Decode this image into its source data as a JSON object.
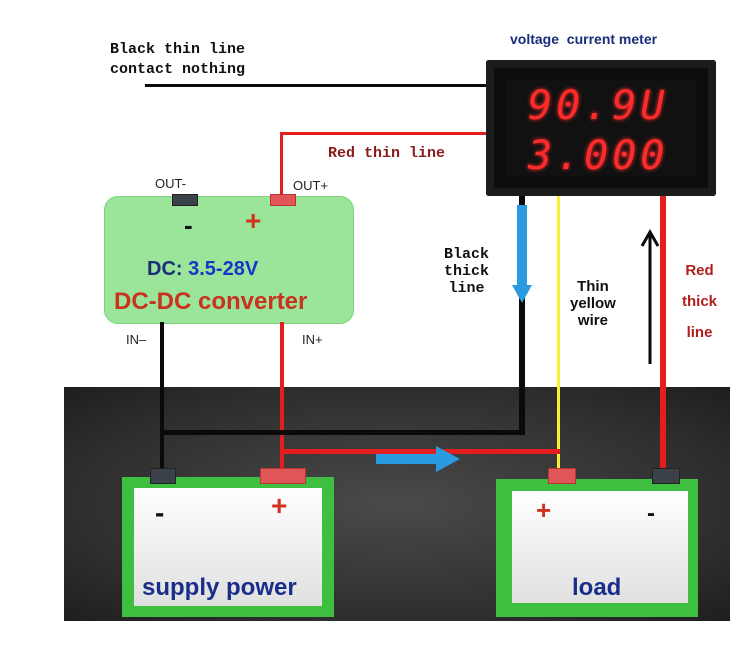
{
  "annotations": {
    "black_thin_line": [
      "Black thin line",
      "contact nothing"
    ],
    "red_thin_line": "Red thin line",
    "black_thick_line": [
      "Black",
      "thick",
      "line"
    ],
    "thin_yellow_wire": [
      "Thin",
      "yellow",
      "wire"
    ],
    "red_thick_line": [
      "Red",
      "thick",
      "line"
    ]
  },
  "meter": {
    "title": "voltage  current meter",
    "voltage_display": "90.9U",
    "current_display": "3.000"
  },
  "converter": {
    "out_minus_label": "OUT-",
    "out_plus_label": "OUT+",
    "minus_symbol": "-",
    "plus_symbol": "+",
    "range_prefix": "DC:",
    "range_value": "3.5-28V",
    "name": "DC-DC converter",
    "in_minus_label": "IN–",
    "in_plus_label": "IN+"
  },
  "supply": {
    "minus_symbol": "-",
    "plus_symbol": "+",
    "label": "supply power"
  },
  "load": {
    "plus_symbol": "+",
    "minus_symbol": "-",
    "label": "load"
  },
  "colors": {
    "red_wire": "#e41e1e",
    "black_wire": "#0a0a0a",
    "yellow_wire": "#f5ee3a",
    "flow_arrow": "#2a9be0",
    "battery_green": "#3fbf3f",
    "converter_green": "#9be59b"
  }
}
